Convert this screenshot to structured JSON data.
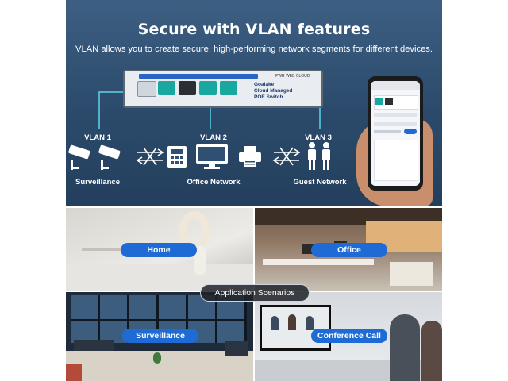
{
  "header": {
    "title": "Secure with VLAN features",
    "subtitle": "VLAN allows you to create secure, high-performing network segments for different devices."
  },
  "switch": {
    "brand": "Goalake",
    "line1": "Cloud Managed",
    "line2": "POE Switch",
    "indicators": [
      "PWR",
      "WEB",
      "CLOUD"
    ]
  },
  "vlans": [
    {
      "label": "VLAN 1",
      "caption": "Surveillance"
    },
    {
      "label": "VLAN 2",
      "caption": "Office Network"
    },
    {
      "label": "VLAN 3",
      "caption": "Guest Network"
    }
  ],
  "scenarios": {
    "center_label": "Application Scenarios",
    "tiles": [
      {
        "label": "Home"
      },
      {
        "label": "Office"
      },
      {
        "label": "Surveillance"
      },
      {
        "label": "Conference Call"
      }
    ]
  },
  "colors": {
    "panel": "#2f5072",
    "accent_blue": "#1f6bd6",
    "port_teal": "#19a8a0",
    "line_cyan": "#5ad6e6"
  }
}
